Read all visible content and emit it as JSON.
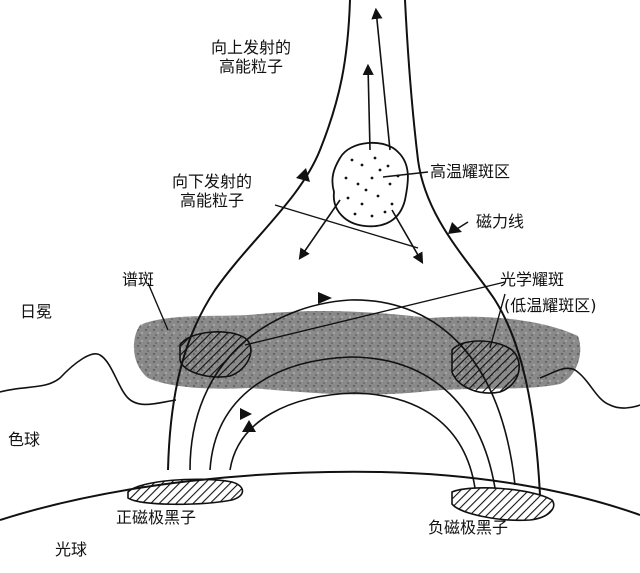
{
  "labels": {
    "up_particles_l1": "向上发射的",
    "up_particles_l2": "高能粒子",
    "down_particles_l1": "向下发射的",
    "down_particles_l2": "高能粒子",
    "hot_flare": "高温耀斑区",
    "field_line": "磁力线",
    "plage": "谱斑",
    "optical_flare": "光学耀斑",
    "cool_flare": "(低温耀斑区)",
    "corona": "日冕",
    "chromosphere": "色球",
    "pos_spot": "正磁极黑子",
    "neg_spot": "负磁极黑子",
    "photosphere": "光球"
  },
  "colors": {
    "ink": "#111111",
    "plage_gray": "#8a8a8a",
    "background": "#ffffff"
  }
}
